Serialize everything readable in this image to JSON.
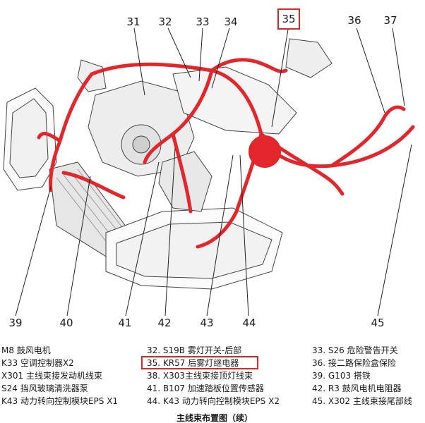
{
  "diagram": {
    "harness_color": "#e3262b",
    "highlight_color": "#d9262b",
    "line_color": "#222222",
    "callouts": [
      {
        "id": "c31",
        "label": "31"
      },
      {
        "id": "c32",
        "label": "32"
      },
      {
        "id": "c33",
        "label": "33"
      },
      {
        "id": "c34",
        "label": "34"
      },
      {
        "id": "c35",
        "label": "35",
        "highlighted": true
      },
      {
        "id": "c36",
        "label": "36"
      },
      {
        "id": "c37",
        "label": "37"
      },
      {
        "id": "c39",
        "label": "39"
      },
      {
        "id": "c40",
        "label": "40"
      },
      {
        "id": "c41",
        "label": "41"
      },
      {
        "id": "c42",
        "label": "42"
      },
      {
        "id": "c43",
        "label": "43"
      },
      {
        "id": "c44",
        "label": "44"
      },
      {
        "id": "c45",
        "label": "45"
      }
    ]
  },
  "legend": {
    "col1": [
      "M8 鼓风电机",
      "K33 空调控制器X2",
      "X301 主线束接发动机线束",
      "S24 挡风玻璃清洗器泵",
      "K43 动力转向控制模块EPS X1"
    ],
    "col2": [
      "32. S19B 雾灯开关-后部",
      "35. KR57 后雾灯继电器",
      "38. X303主线束接顶灯线束",
      "41. B107 加速踏板位置传感器",
      "44. K43 动力转向控制模块EPS X2"
    ],
    "col3": [
      "33. S26 危险警告开关",
      "36. 接二路保险盒保险",
      "39. G103 搭铁",
      "42. R3 鼓风电机电阻器",
      "45. X302 主线束接尾部线"
    ],
    "highlighted_item": "35. KR57 后雾灯继电器"
  },
  "caption": "主线束布置图（续）"
}
